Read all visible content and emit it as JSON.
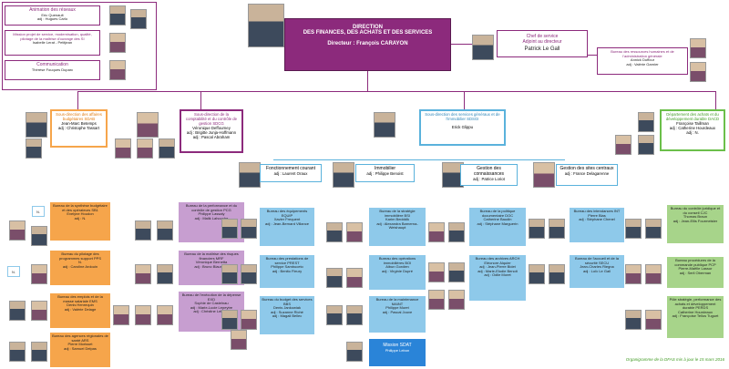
{
  "top_left": {
    "animation": {
      "title": "Animation des réseaux",
      "name": "Eric Quenault",
      "adj": "adj : Hugues Carlo"
    },
    "mission": {
      "title": "Mission projet de service, modernisation, qualité, pilotage de la maîtrise d'ouvrage des SI",
      "name": "Isabelle Lerat - Petitjean"
    },
    "communication": {
      "title": "Communication",
      "name": "Thérèse Fouques Duparc"
    }
  },
  "director": {
    "title1": "DIRECTION",
    "title2": "DES FINANCES, DES ACHATS ET DES SERVICES",
    "name": "Directeur : François CARAYON"
  },
  "chef": {
    "title1": "Chef de service",
    "title2": "Adjoint au directeur",
    "name": "Patrick Le Gall"
  },
  "bureau_rh": {
    "title": "Bureau des ressources humaines et de l'administration générale",
    "name": "Annick Duffour",
    "adj": "adj : Valérie Garnier"
  },
  "sous_directions": [
    {
      "title": "Sous-direction des affaires budgétaires SDAB",
      "name": "Jean-Marc Betemps",
      "adj": "adj : Christophe Tassart"
    },
    {
      "title": "Sous-direction de la comptabilité et du contrôle de gestion SDCG",
      "name": "Véronique Deffourney",
      "adj": "adj : Brigitte Junja-Hoffmann",
      "adj2": "adj : Pascal Abraham"
    },
    {
      "title": "Sous-direction des services généraux et de l'immobilier SDSGI",
      "name": "Erick Glippu"
    },
    {
      "title": "Département des achats et du développement durable DACD",
      "name": "Françoise Taillman",
      "adj": "adj : Catherine Hourdeaux",
      "adj2": "adj : N."
    }
  ],
  "services": [
    {
      "title": "Fonctionnement courant",
      "adj": "adj : Laurent Oraux"
    },
    {
      "title": "Immobilier",
      "adj": "adj : Philippe Benoist"
    },
    {
      "title": "Gestion des connaissances",
      "adj": "adj : Patrice Loriot"
    },
    {
      "title": "Gestion des sites centraux",
      "adj": "adj : France Delagarenne"
    }
  ],
  "orange_bureaux": [
    {
      "title": "Bureau de la synthèse budgétaire et des opérateurs SB1",
      "name": "Evelyne Houdon",
      "adj": "adj : N."
    },
    {
      "title": "Bureau du pilotage des programmes support PPS",
      "name": "N.",
      "adj": "adj : Caroline Ardouin"
    },
    {
      "title": "Bureau des emplois et de la masse salariale EMS",
      "name": "Denis Henrequin",
      "adj": "adj : Valérie Delage"
    },
    {
      "title": "Bureau des agences régionales de santé ARS",
      "name": "Pierre Morisset",
      "adj": "adj : Samuel Delpas"
    }
  ],
  "purple_bureaux": [
    {
      "title": "Bureau de la performance et du contrôle de gestion PCG",
      "name": "Philippe Lassaly",
      "adj": "adj : Malik Lahouche"
    },
    {
      "title": "Bureau de la maîtrise des risques financiers MRF",
      "name": "Véronique Bernetta",
      "adj": "adj : Bruno Blauneau"
    },
    {
      "title": "Bureau de l'exécution de la dépense EXD",
      "name": "Sophie de Castelnau",
      "adj": "adj : Marie-Lucie Lepeytre",
      "adj2": "adj : Christine Lebrere"
    }
  ],
  "blue_col1": [
    {
      "title": "Bureau des équipements EQUIP",
      "name": "Xavier Frequent",
      "adj": "adj : Jean-Bernard Villance"
    },
    {
      "title": "Bureau des prestations de service PREST",
      "name": "Philippe Sambuceto",
      "adj": "adj : Benito Fleury"
    },
    {
      "title": "Bureau du budget des services BBS",
      "name": "Denis Jankowiak",
      "adj": "adj : Suzanne Riché",
      "adj2": "adj : Magali Bellec"
    }
  ],
  "blue_col2": [
    {
      "title": "Bureau de la stratégie immobilière BSI",
      "name": "Karim Bedddik",
      "adj": "adj : Alexandra Barnerna-Weishaupt"
    },
    {
      "title": "Bureau des opérations immobilières BOI",
      "name": "Albun Gordien",
      "adj": "adj : Virginie Dupré"
    },
    {
      "title": "Bureau de la maintenance MAINT",
      "name": "Philippe Muret",
      "adj": "adj : Pascal Jouve"
    }
  ],
  "mission_sdat": {
    "title": "Mission SDAT",
    "name": "Philippe Lebon"
  },
  "blue_col3": [
    {
      "title": "Bureau de la politique documentaire DOC",
      "name": "Catherine Baudin",
      "adj": "adj : Stéphane Marguerin"
    },
    {
      "title": "Bureau des archives ARCH",
      "name": "Eléonore Alquier",
      "adj": "adj : Jean-Pierre Bidet",
      "adj2": "adj : Marie-Elodie Benoit",
      "adj3": "adj : Odile Moret"
    }
  ],
  "blue_col4": [
    {
      "title": "Bureau des intendances INT",
      "name": "Pierre Blas",
      "adj": "adj : Stéphane Chenel"
    },
    {
      "title": "Bureau de l'accueil et de la sécurité SECU",
      "name": "Jean-Charles Riegna",
      "adj": "adj : Loïc Le Gall"
    }
  ],
  "green_bureaux": [
    {
      "title": "Bureau du contrôle juridique et du conseil CJC",
      "name": "Thomas Braun",
      "adj": "adj : Jean-Ellis Fourmeister"
    },
    {
      "title": "Bureau procédures de la commande publique PCP",
      "name": "Pierre-Maëlle Lassur",
      "adj": "adj : Serli Oberman"
    },
    {
      "title": "Pôle stratégie, performance des achats et développement durable PERDS",
      "name": "Catherine Hourdeaux",
      "adj": "adj : Françoise Tellos Tuguet"
    }
  ],
  "n_label": "N.",
  "footer": "Organigramme de la DFAS mis à jour le 15 mars 2016"
}
